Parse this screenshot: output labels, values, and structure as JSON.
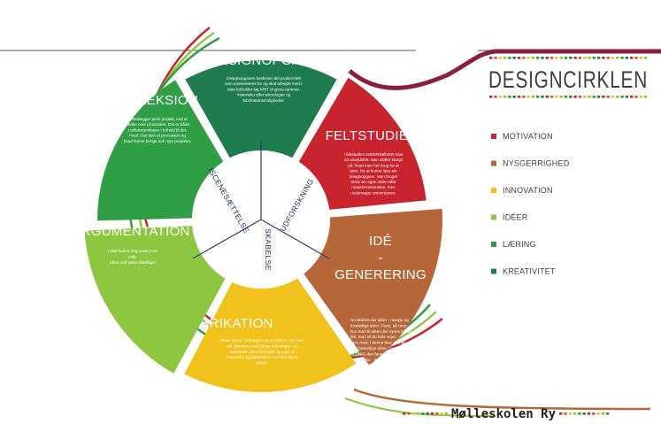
{
  "brand": {
    "title": "DESIGNCIRKLEN",
    "stripe_colors": [
      "#c8242e",
      "#b5673a",
      "#f0c21b",
      "#8dc63f",
      "#2f9e44",
      "#1e7c4f"
    ]
  },
  "segments": [
    {
      "key": "designopgave",
      "title": [
        "DESIGNOPGAVE"
      ],
      "color": "#1e7c4f",
      "body": [
        "Designopgaven beskriver det problemfelt",
        "man præsenteres for og skal arbejde med i.",
        "Man forholder sig KRIT til givne rammer,",
        "materialer eller teknologier og",
        "fabrikationsmuligheder."
      ]
    },
    {
      "key": "feltstudier",
      "title": [
        "FELTSTUDIER"
      ],
      "color": "#c8242e",
      "body": [
        "I feltstudiet UNDERSØGER man",
        "ud arbejdsfelt. Man skifter skarpt",
        "på, hvad man har brug for at",
        "lære, for at kunne løse sin",
        "designopgave. Man bruger",
        "IKKE sin egen viden eller",
        "mavefornemmelse, men",
        "undersøger omverdenen."
      ]
    },
    {
      "key": "idegenerering",
      "title": [
        "IDÉ",
        "-",
        "GENERERING"
      ],
      "color": "#b5673a",
      "body": [
        "Nu skabes der idéer - mange og",
        "forskellige idéer. Først, så rører",
        "kun man til idéen der synes første",
        "idé, man vil du hele vejen",
        "frem med. I denne fase er man",
        "fast forskellige idéer. Det er",
        "ALDRIG den første idé, der er",
        "den bedste - den er et",
        "VÆRKTØJ på vej til",
        "det gode."
      ]
    },
    {
      "key": "fabrikation",
      "title": [
        "FABRIKATION"
      ],
      "color": "#f0c21b",
      "body": [
        "Ideen laves i prototyper og produkter. Her kan",
        "det afprøves med rigtige teknologier og",
        "materialer. Man forholder sig nøje til",
        "materialer og fabrikation i en hård vej til",
        "idéen."
      ]
    },
    {
      "key": "argumentation",
      "title": [
        "ARGUMENTATION"
      ],
      "color": "#8dc63f",
      "body": [
        "I skal kunne begrunde jeres",
        "valg.",
        "Idéer ved være tilfældige!"
      ]
    },
    {
      "key": "refleksion",
      "title": [
        "REFLEKSION"
      ],
      "color": "#2f9e44",
      "body": [
        "I efterlægger jeres projekt, ved at",
        "tænke over processen. Det er både",
        "i refleksionsfasen i forhold til det,",
        "hvad I har lært af processen og",
        "hvad kunne bringe ind i nye projekter."
      ]
    }
  ],
  "hub": {
    "labels": [
      "UDFORSKNING",
      "SKABELSE",
      "ISCENESÆTTELSE"
    ]
  },
  "legend": [
    {
      "label": "MOTIVATION",
      "color": "#c8242e"
    },
    {
      "label": "NYSGERRIGHED",
      "color": "#b5673a"
    },
    {
      "label": "INNOVATION",
      "color": "#f0c21b"
    },
    {
      "label": "IDÉER",
      "color": "#8dc63f"
    },
    {
      "label": "LÆRING",
      "color": "#2f9e44"
    },
    {
      "label": "KREATIVITET",
      "color": "#1e7c4f"
    }
  ],
  "footer": {
    "school": "Mølleskolen Ry"
  }
}
